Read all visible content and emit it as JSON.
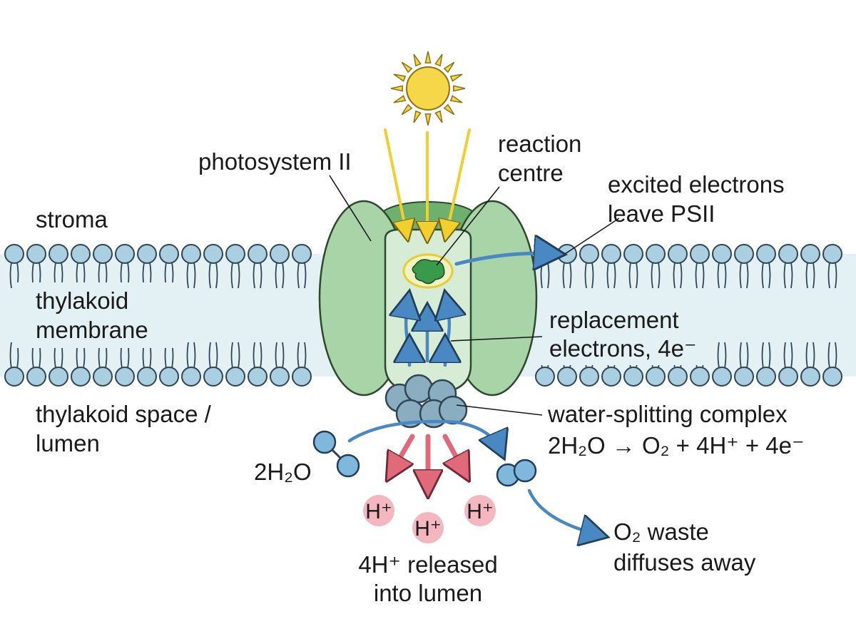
{
  "labels": {
    "stroma": "stroma",
    "thylakoid_membrane_1": "thylakoid",
    "thylakoid_membrane_2": "membrane",
    "lumen_1": "thylakoid space /",
    "lumen_2": "lumen",
    "photosystem": "photosystem II",
    "reaction_centre_1": "reaction",
    "reaction_centre_2": "centre",
    "excited_1": "excited electrons",
    "excited_2": "leave PSII",
    "replacement_1": "replacement",
    "replacement_2": "electrons, 4e⁻",
    "wsc": "water-splitting complex",
    "equation": "2H₂O → O₂ + 4H⁺ + 4e⁻",
    "water": "2H₂O",
    "protons_1": "4H⁺ released",
    "protons_2": "into lumen",
    "o2_1": "O₂ waste",
    "o2_2": "diffuses away"
  },
  "ions": {
    "h1": "H⁺",
    "h2": "H⁺",
    "h3": "H⁺"
  },
  "colors": {
    "lipid_head": "#a9cfe0",
    "membrane_band": "#e3f0f4",
    "protein_light": "#a8d4a8",
    "protein_dark": "#6fb06f",
    "light_ray": "#f0cf2e",
    "sun": "#f7d74a",
    "electron_arrow": "#4a88c4",
    "proton_arrow": "#e06a7a",
    "proton": "#f4b6bf",
    "molecule": "#7fb7dd",
    "wsc": "#8aaebf"
  }
}
